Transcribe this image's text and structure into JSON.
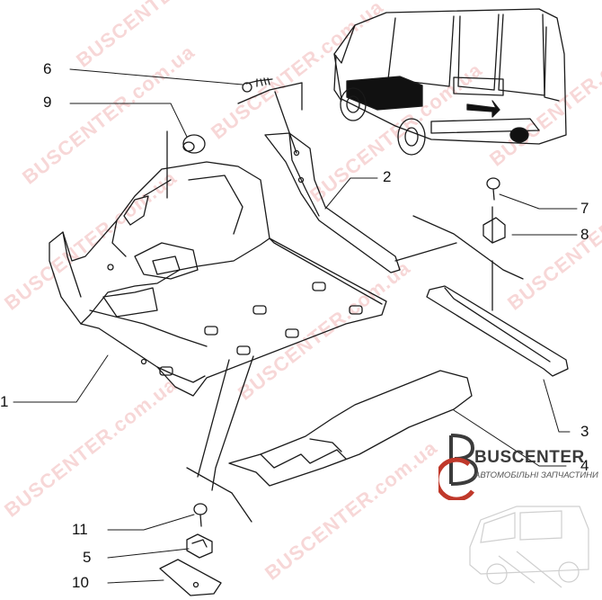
{
  "callouts": {
    "c1": "1",
    "c2": "2",
    "c3": "3",
    "c4": "4",
    "c5": "5",
    "c6": "6",
    "c7": "7",
    "c8": "8",
    "c9": "9",
    "c10": "10",
    "c11": "11"
  },
  "watermark": {
    "text": "BUSCENTER",
    "domain": ".com.ua"
  },
  "brand": {
    "title": "BUSCENTER",
    "subtitle": "АВТОМОБІЛЬНІ ЗАПЧАСТИНИ",
    "accent_color": "#c0392b"
  },
  "colors": {
    "line": "#1a1a1a",
    "watermark": "#f2b8b8"
  }
}
